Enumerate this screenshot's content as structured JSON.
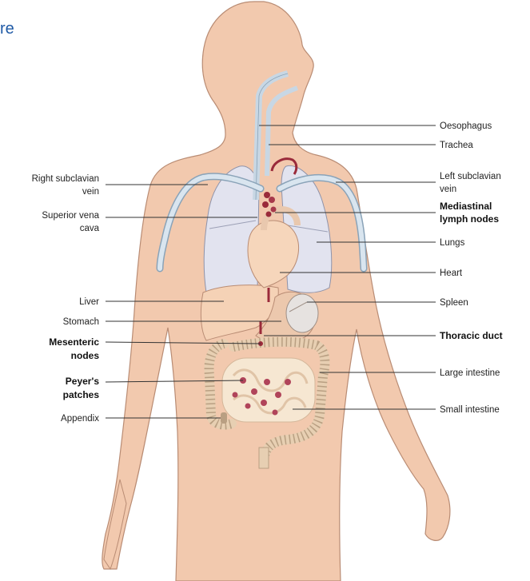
{
  "corner_text": "re",
  "labels": {
    "oesophagus": "Oesophagus",
    "trachea": "Trachea",
    "left_subclavian": [
      "Left subclavian",
      "vein"
    ],
    "mediastinal": [
      "Mediastinal",
      "lymph nodes"
    ],
    "lungs": "Lungs",
    "heart": "Heart",
    "spleen": "Spleen",
    "thoracic_duct": "Thoracic duct",
    "large_intestine": "Large intestine",
    "small_intestine": "Small intestine",
    "right_subclavian": [
      "Right subclavian",
      "vein"
    ],
    "superior_vena_cava": [
      "Superior vena",
      "cava"
    ],
    "liver": "Liver",
    "stomach": "Stomach",
    "mesenteric": [
      "Mesenteric",
      "nodes"
    ],
    "peyers": [
      "Peyer's",
      "patches"
    ],
    "appendix": "Appendix"
  },
  "colors": {
    "skin": "#f2c9ae",
    "skin_outline": "#b98c74",
    "lung": "#e2e3ef",
    "vessel": "#c8d7e4",
    "organ_tan": "#f5d2b6",
    "lymph_red": "#9a2a3a",
    "intestine": "#f6e7d2",
    "corner_text": "#1f5aa6"
  }
}
